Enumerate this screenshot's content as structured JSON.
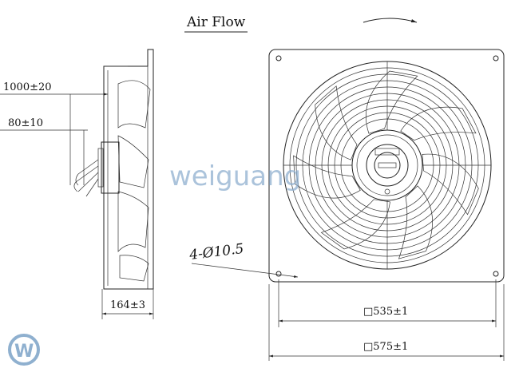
{
  "title": "Air Flow",
  "labels": {
    "cable_length": "1000±20",
    "strip_length": "80±10",
    "depth": "164±3",
    "holes": "4-Ø10.5",
    "inner_square": "□535±1",
    "outer_square": "□575±1"
  },
  "watermark": "weiguang",
  "colors": {
    "line": "#222222",
    "watermark": "#8fb0cf"
  }
}
